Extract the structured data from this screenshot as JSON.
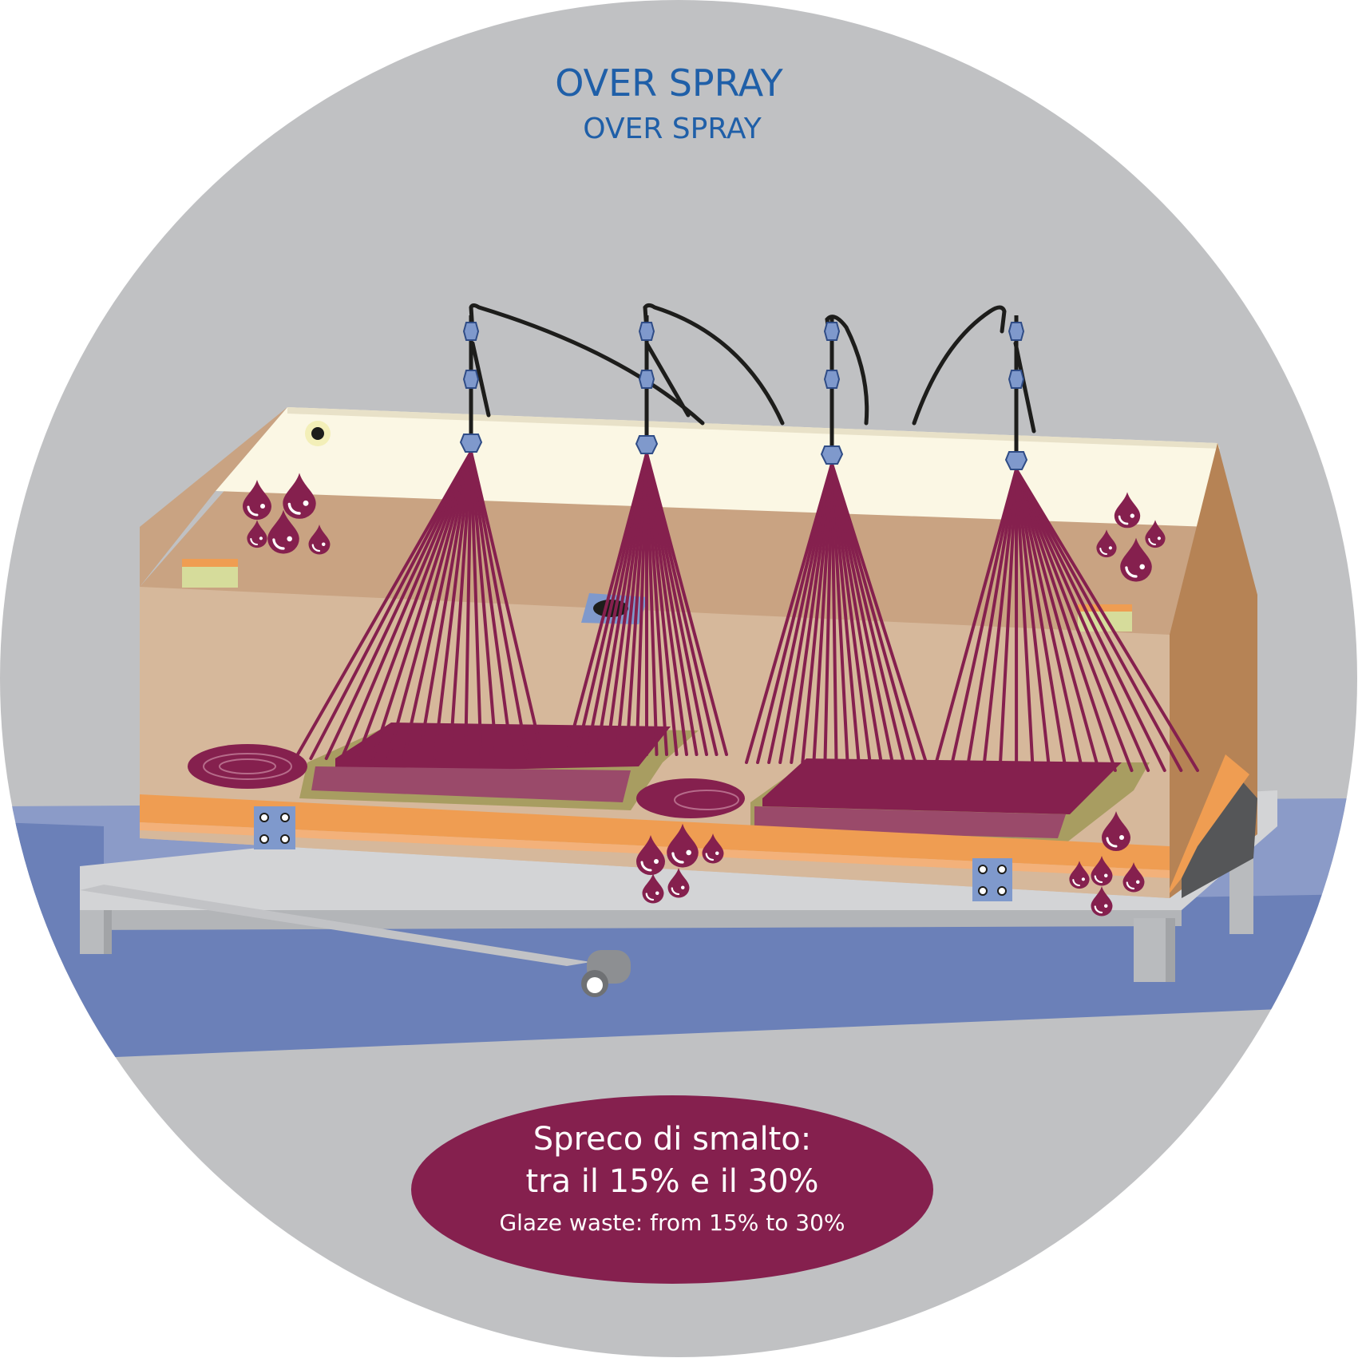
{
  "title": {
    "line_it": "OVER SPRAY",
    "line_en": "OVER SPRAY"
  },
  "caption": {
    "it_line1": "Spreco di smalto:",
    "it_line2": "tra il 15% e il 30%",
    "en_line": "Glaze waste: from 15% to 30%"
  },
  "colors": {
    "background_disc": "#c0c1c3",
    "conveyor_belt": "#6b80b8",
    "glaze": "#85204e",
    "booth_wall": "#d6b89b",
    "booth_roof": "#fbf7e4",
    "title": "#1f5fa8",
    "rail_orange": "#ef9d52"
  },
  "diagram": {
    "spray_gun_count": 4,
    "tile_count": 2,
    "icons": [
      "spray-nozzle-icon",
      "glaze-drop-icon",
      "glaze-puddle-icon",
      "bolt-plate-icon"
    ]
  }
}
